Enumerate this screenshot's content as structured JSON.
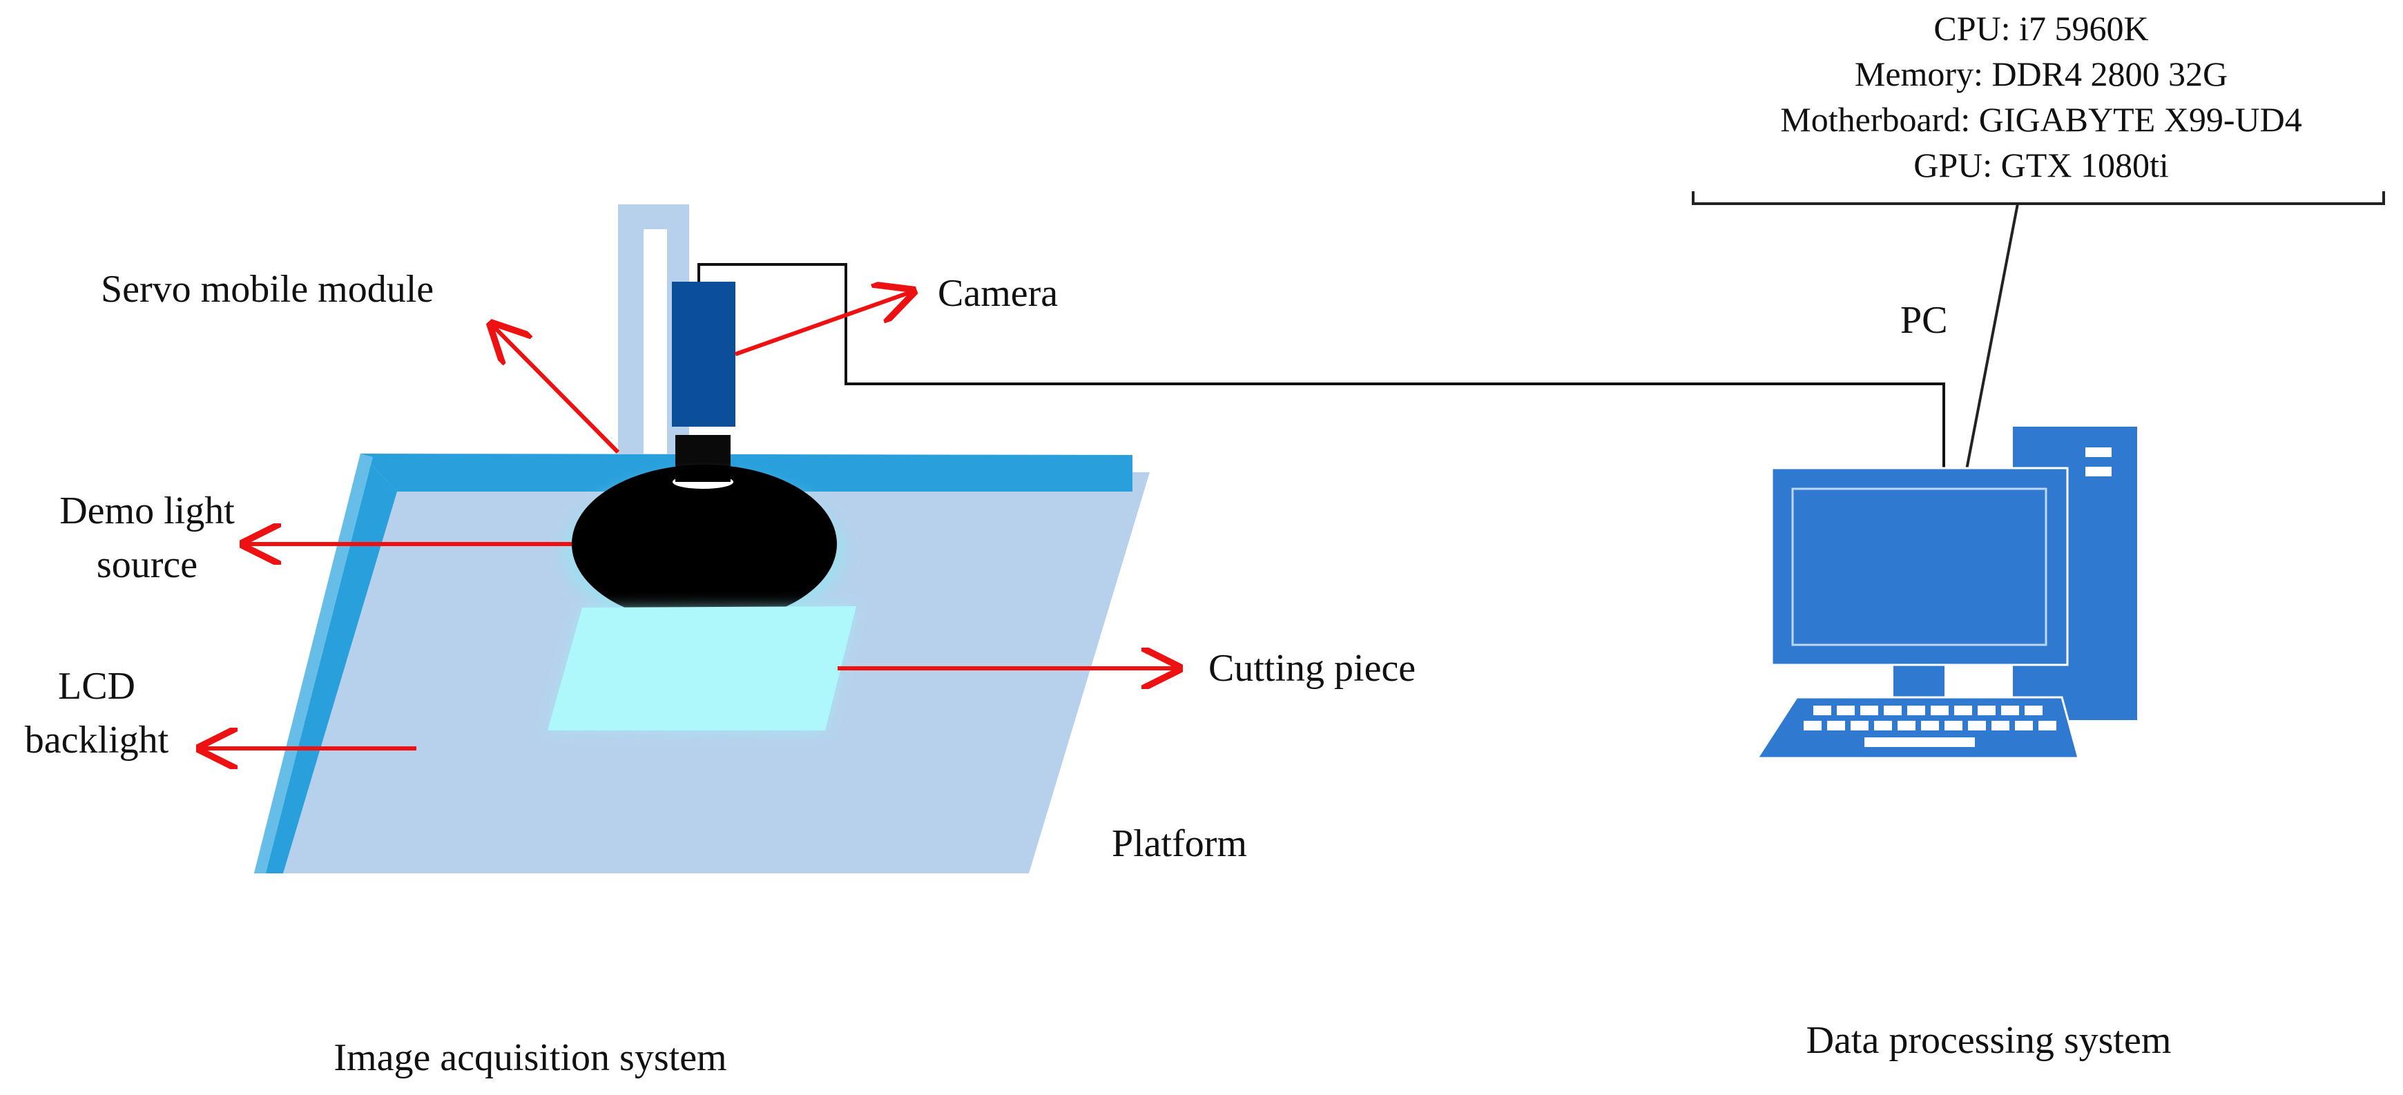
{
  "specs": {
    "cpu": "CPU: i7 5960K",
    "memory": "Memory: DDR4 2800 32G",
    "motherboard": "Motherboard: GIGABYTE X99-UD4",
    "gpu": "GPU: GTX 1080ti"
  },
  "labels": {
    "servo": "Servo mobile module",
    "camera": "Camera",
    "demo_light_1": "Demo light",
    "demo_light_2": "source",
    "lcd_1": "LCD",
    "lcd_2": "backlight",
    "cutting_piece": "Cutting piece",
    "platform": "Platform",
    "pc": "PC",
    "image_system": "Image acquisition system",
    "data_system": "Data processing system"
  },
  "colors": {
    "platform_fill": "#b7d1ec",
    "rail_blue": "#29a0dc",
    "camera_blue": "#0b4f9a",
    "cutting_piece": "#aef7fa",
    "pc_blue": "#2f7ad0",
    "arrow_red": "#ee1111",
    "light_source": "#000000"
  },
  "icons": [
    "pc-icon",
    "monitor-icon",
    "keyboard-icon",
    "tower-icon"
  ]
}
